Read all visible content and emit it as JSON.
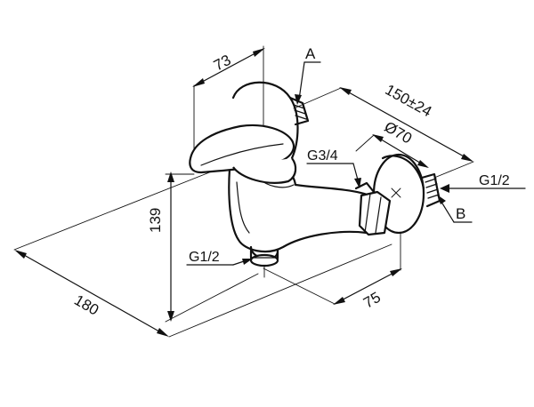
{
  "dimensions": {
    "d73": "73",
    "d150": "150±24",
    "d70": "Ø70",
    "d139": "139",
    "d180": "180",
    "d75": "75"
  },
  "callouts": {
    "a": "A",
    "g34": "G3/4",
    "g12_right": "G1/2",
    "b": "B",
    "g12_bottom": "G1/2"
  },
  "colors": {
    "line": "#111111",
    "background": "#ffffff"
  }
}
